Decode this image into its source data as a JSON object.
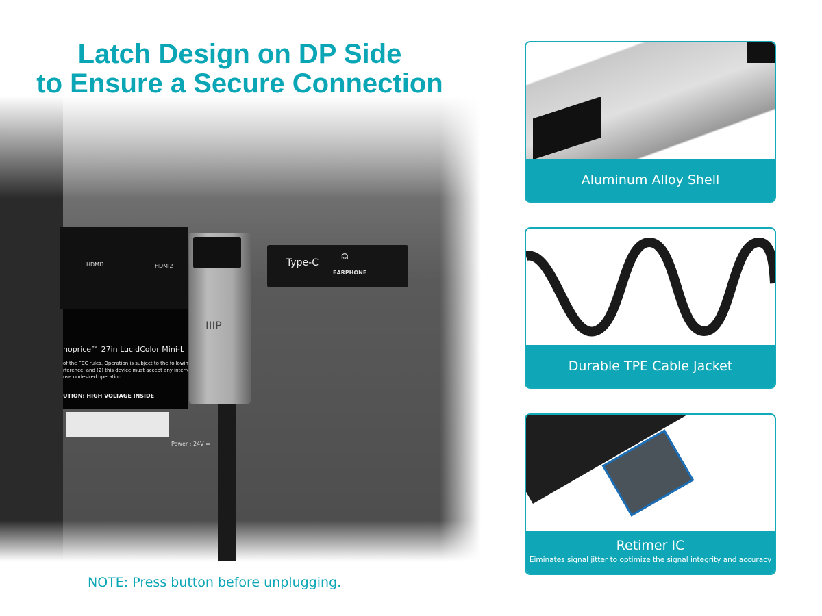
{
  "headline": {
    "line1": "Latch Design on DP Side",
    "line2": "to Ensure a Secure Connection"
  },
  "photo": {
    "ports": [
      "HDMI1",
      "HDMI2",
      "Type-C",
      "EARPHONE"
    ],
    "plug_logo": "IIIP",
    "label_title": "noprice™  27in LucidColor Mini-L",
    "label_lines": [
      "of the FCC rules. Operation is subject to the following",
      "rference, and (2) this device must accept any interfe",
      "use undesired operation."
    ],
    "caution": "UTION: HIGH VOLTAGE INSIDE",
    "power": "Power : 24V ="
  },
  "note": "NOTE: Press button before unplugging.",
  "features": [
    {
      "caption": "Aluminum Alloy Shell"
    },
    {
      "caption": "Durable TPE Cable Jacket"
    },
    {
      "caption": "Retimer IC",
      "subcaption": "Eiminates signal jitter to optimize the signal integrity and accuracy"
    }
  ],
  "colors": {
    "accent": "#0fa7b7"
  }
}
